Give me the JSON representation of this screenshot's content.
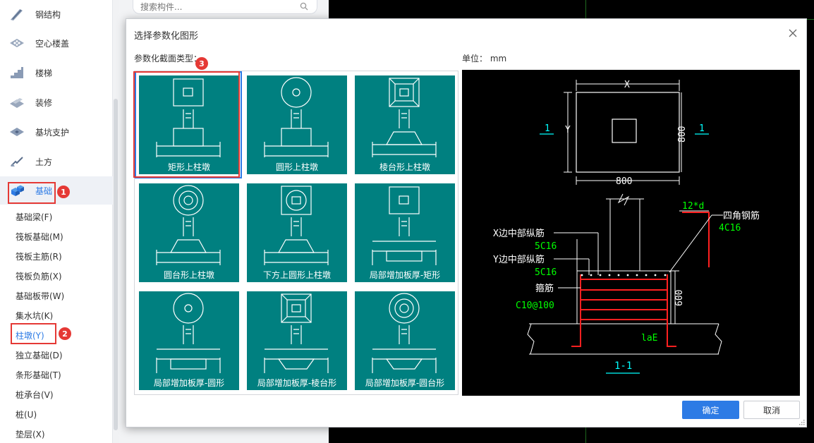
{
  "sidebar": {
    "categories": [
      {
        "label": "钢结构",
        "icon": "steel-structure-icon"
      },
      {
        "label": "空心楼盖",
        "icon": "hollow-floor-icon"
      },
      {
        "label": "楼梯",
        "icon": "stairs-icon"
      },
      {
        "label": "装修",
        "icon": "decoration-icon"
      },
      {
        "label": "基坑支护",
        "icon": "pit-support-icon"
      },
      {
        "label": "土方",
        "icon": "earthwork-icon"
      },
      {
        "label": "基础",
        "icon": "foundation-icon"
      }
    ],
    "subitems": [
      {
        "label": "基础梁(F)"
      },
      {
        "label": "筏板基础(M)"
      },
      {
        "label": "筏板主筋(R)"
      },
      {
        "label": "筏板负筋(X)"
      },
      {
        "label": "基础板带(W)"
      },
      {
        "label": "集水坑(K)"
      },
      {
        "label": "柱墩(Y)"
      },
      {
        "label": "独立基础(D)"
      },
      {
        "label": "条形基础(T)"
      },
      {
        "label": "桩承台(V)"
      },
      {
        "label": "桩(U)"
      },
      {
        "label": "垫层(X)"
      }
    ]
  },
  "search": {
    "placeholder": "搜索构件..."
  },
  "annotations": {
    "badge1": "1",
    "badge2": "2",
    "badge3": "3"
  },
  "dialog": {
    "title": "选择参数化图形",
    "type_label": "参数化截面类型：",
    "unit_label": "单位：  mm",
    "ok_label": "确定",
    "cancel_label": "取消",
    "shapes": [
      {
        "label": "矩形上柱墩",
        "top": "square",
        "base": "rect"
      },
      {
        "label": "圆形上柱墩",
        "top": "circle",
        "base": "rect"
      },
      {
        "label": "棱台形上柱墩",
        "top": "frustum",
        "base": "trap"
      },
      {
        "label": "圆台形上柱墩",
        "top": "ring",
        "base": "trap"
      },
      {
        "label": "下方上圆形上柱墩",
        "top": "square-circle",
        "base": "trap"
      },
      {
        "label": "局部增加板厚-矩形",
        "top": "square",
        "base": "inv-rect"
      },
      {
        "label": "局部增加板厚-圆形",
        "top": "circle",
        "base": "inv-rect"
      },
      {
        "label": "局部增加板厚-棱台形",
        "top": "frustum",
        "base": "inv-trap"
      },
      {
        "label": "局部增加板厚-圆台形",
        "top": "ring",
        "base": "inv-trap"
      }
    ],
    "preview": {
      "dim_x": "X",
      "dim_y": "Y",
      "dim_800_h": "800",
      "dim_800_v": "800",
      "sec_mark_left": "1",
      "sec_mark_right": "1",
      "dim_12d": "12*d",
      "corner_bar_label": "四角钢筋",
      "corner_bar_value": "4C16",
      "x_mid_label": "X边中部纵筋",
      "x_mid_value": "5C16",
      "y_mid_label": "Y边中部纵筋",
      "y_mid_value": "5C16",
      "stirrup_label": "箍筋",
      "stirrup_value": "C10@100",
      "dim_600": "600",
      "lae_label": "laE",
      "section_title": "1-1"
    }
  },
  "colors": {
    "accent": "#2d7be5",
    "tile": "#008080",
    "annotation_red": "#e53935",
    "cad_green": "#00ff00",
    "cad_cyan": "#00ffff",
    "cad_red": "#ff2020"
  }
}
